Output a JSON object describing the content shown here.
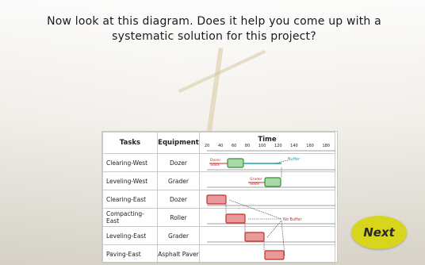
{
  "question": "Now look at this diagram. Does it help you come up with a systematic solution for this project?",
  "table": {
    "headers": [
      "Tasks",
      "Equipment",
      "Time"
    ],
    "rows": [
      {
        "task": "Clearing-West",
        "equipment": "Dozer"
      },
      {
        "task": "Leveling-West",
        "equipment": "Grader"
      },
      {
        "task": "Clearing-East",
        "equipment": "Dozer"
      },
      {
        "task": "Compacting-East",
        "equipment": "Roller"
      },
      {
        "task": "Leveling-East",
        "equipment": "Grader"
      },
      {
        "task": "Paving-East",
        "equipment": "Asphalt Paver"
      }
    ],
    "time_ticks": [
      "20",
      "40",
      "60",
      "80",
      "100",
      "120",
      "140",
      "160",
      "180"
    ]
  },
  "annotations": {
    "buffer": "Buffer",
    "no_buffer": "No Buffer",
    "dozer_slack_1": "Dozer",
    "dozer_slack_2": "Slack",
    "grader_slack_1": "Grader",
    "grader_slack_2": "Slack"
  },
  "next_button": "Next",
  "colors": {
    "next_bg": "#d7d51c",
    "green_bar": "#a9d8a9",
    "red_bar": "#e89a9a",
    "red_border": "#c0302b",
    "green_border": "#3b8b3b",
    "teal": "#18a7a7"
  }
}
